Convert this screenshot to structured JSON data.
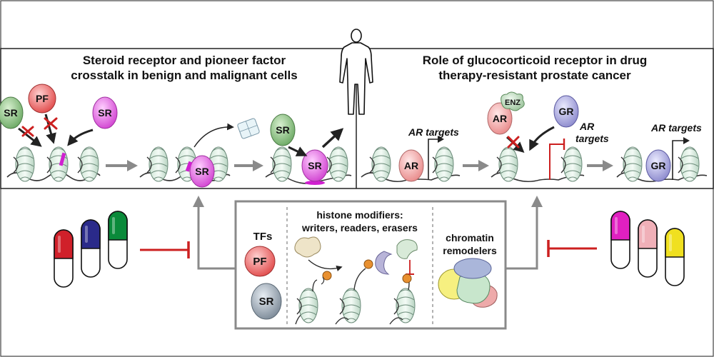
{
  "left_panel": {
    "title_line1": "Steroid receptor and pioneer factor",
    "title_line2": "crosstalk in benign and malignant cells",
    "sr": "SR",
    "pf": "PF"
  },
  "right_panel": {
    "title_line1": "Role of glucocorticoid receptor in drug",
    "title_line2": "therapy-resistant prostate cancer",
    "ar": "AR",
    "gr": "GR",
    "enz": "ENZ",
    "ar_targets": "AR targets",
    "ar_targets_word1": "AR",
    "ar_targets_word2": "targets"
  },
  "bottom_box": {
    "tfs": "TFs",
    "pf": "PF",
    "sr": "SR",
    "histone_line1": "histone modifiers:",
    "histone_line2": "writers, readers, erasers",
    "remodeler_line1": "chromatin",
    "remodeler_line2": "remodelers"
  },
  "colors": {
    "sr_green": "#8cc084",
    "pf_red": "#ea6a6a",
    "sr_magenta": "#e060e0",
    "ar_pink": "#f0a0a0",
    "gr_lavender": "#9a98d8",
    "inhibit_red": "#cc2020",
    "arrow_grey": "#8a8a8a",
    "mark_magenta": "#d020d0"
  },
  "pills_left": [
    "#d0202a",
    "#2a2a8a",
    "#0a8a3a"
  ],
  "pills_right": [
    "#e020c0",
    "#f0b0b8",
    "#f0e020"
  ]
}
